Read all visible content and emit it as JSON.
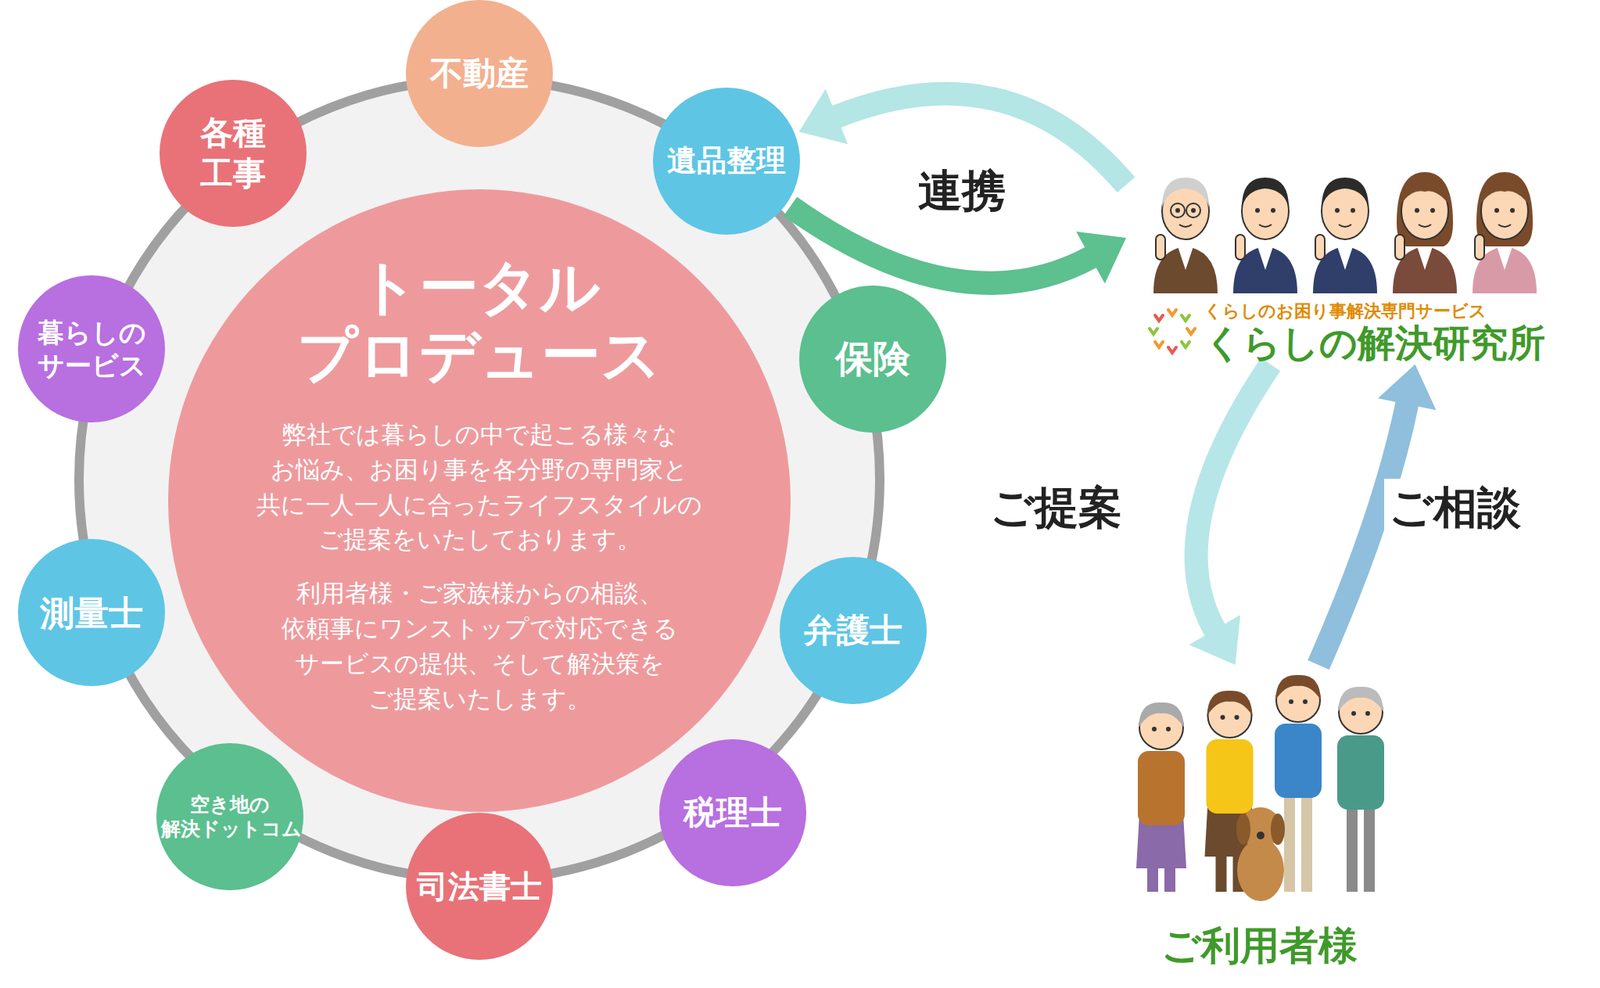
{
  "diagram": {
    "nodes": [
      {
        "text": [
          "トータル プロデュース",
          "弊社では暮らしの中で起こる様々な お悩み、お困り事を各分野の専門家と 共に一人一人に合ったライフスタイルの ご提案をいたしております。",
          "利用者様・ご家族様からの相談、 依頼事にワンストップで対応できる サービスの提供、そして解決策を ご提案いたします。"
        ]
      },
      {
        "text": [
          "不動産"
        ]
      },
      {
        "text": [
          "遺品整理"
        ]
      },
      {
        "text": [
          "保険"
        ]
      },
      {
        "text": [
          "弁護士"
        ]
      },
      {
        "text": [
          "税理士"
        ]
      },
      {
        "text": [
          "司法書士"
        ]
      },
      {
        "text": [
          "空き地の 解決ドットコム"
        ]
      },
      {
        "text": [
          "測量士"
        ]
      },
      {
        "text": [
          "暮らしの サービス"
        ]
      },
      {
        "text": [
          "各種 工事"
        ]
      },
      {
        "text": [
          "くらしのお困り事解決専門サービス",
          "くらしの解決研究所"
        ]
      },
      {
        "text": [
          "ご利用者様"
        ]
      }
    ],
    "edges": [
      {
        "from": 11,
        "to": 2,
        "arrow": "to",
        "label": "連携"
      },
      {
        "from": 2,
        "to": 11,
        "arrow": "to"
      },
      {
        "from": 11,
        "to": 12,
        "arrow": "to",
        "label": "ご提案"
      },
      {
        "from": 12,
        "to": 11,
        "arrow": "to",
        "label": "ご相談"
      }
    ]
  }
}
